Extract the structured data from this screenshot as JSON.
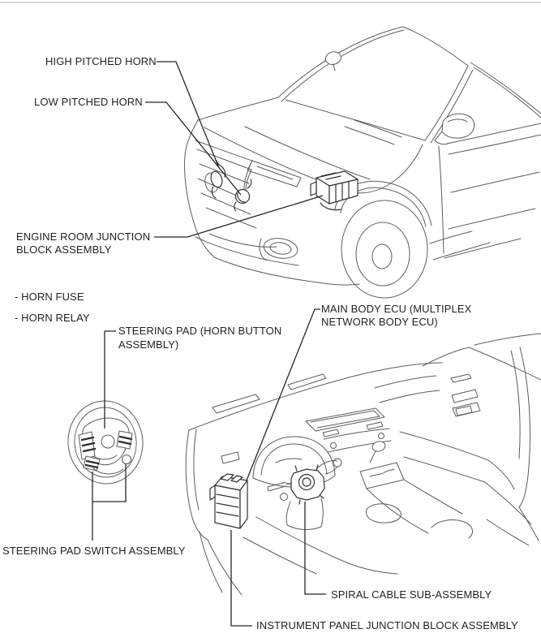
{
  "figure": {
    "type": "component-location-diagram",
    "colors": {
      "background": "#ffffff",
      "drawing_line": "#5c5c5c",
      "component_line": "#333333",
      "leader_line": "#262626",
      "text": "#231f20",
      "top_border": "#d6d6d6"
    },
    "labels": {
      "high_pitched_horn": {
        "text": "HIGH PITCHED HORN"
      },
      "low_pitched_horn": {
        "text": "LOW PITCHED HORN"
      },
      "engine_room_junction_block": {
        "line1": "ENGINE ROOM JUNCTION",
        "line2": "BLOCK ASSEMBLY"
      },
      "horn_fuse": {
        "text": "- HORN FUSE"
      },
      "horn_relay": {
        "text": "- HORN RELAY"
      },
      "steering_pad": {
        "line1": "STEERING PAD (HORN BUTTON",
        "line2": "ASSEMBLY)"
      },
      "main_body_ecu": {
        "line1": "MAIN BODY ECU (MULTIPLEX",
        "line2": "NETWORK BODY ECU)"
      },
      "steering_pad_switch": {
        "text": "STEERING PAD SWITCH ASSEMBLY"
      },
      "spiral_cable": {
        "text": "SPIRAL CABLE SUB-ASSEMBLY"
      },
      "instrument_panel_junction_block": {
        "text": "INSTRUMENT PANEL JUNCTION BLOCK ASSEMBLY"
      }
    }
  }
}
